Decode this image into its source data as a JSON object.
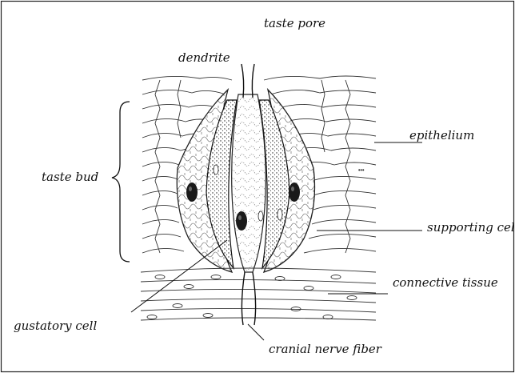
{
  "diagram": {
    "labels": {
      "taste_pore": "taste pore",
      "dendrite": "dendrite",
      "epithelium": "epithelium",
      "taste_bud": "taste bud",
      "supporting_cell": "supporting cell",
      "connective_tissue": "connective tissue",
      "gustatory_cell": "gustatory cell",
      "cranial_nerve_fiber": "cranial nerve fiber"
    }
  }
}
